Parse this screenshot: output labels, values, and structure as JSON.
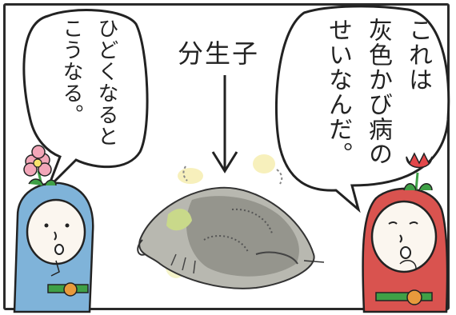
{
  "comic": {
    "right_bubble": {
      "lines": [
        "これは",
        "灰色かび病の",
        "せいなんだ。"
      ]
    },
    "left_bubble": {
      "lines": [
        "ひどくなると",
        "こうなる。"
      ]
    },
    "spore_label": "分生子"
  },
  "colors": {
    "ink": "#222222",
    "blue_character": "#7fb3d9",
    "red_character": "#d9534f",
    "pink_flower": "#f2a6b8",
    "red_flower": "#e3474a",
    "leaf_green": "#3fa046",
    "mold_gray": "#9a9a9a"
  },
  "icons": {
    "blue_character": "flower-hood-character-icon",
    "red_character": "tulip-hood-character-icon",
    "moldy_fruit": "gray-mold-strawberry-icon",
    "arrow": "down-arrow-icon"
  }
}
